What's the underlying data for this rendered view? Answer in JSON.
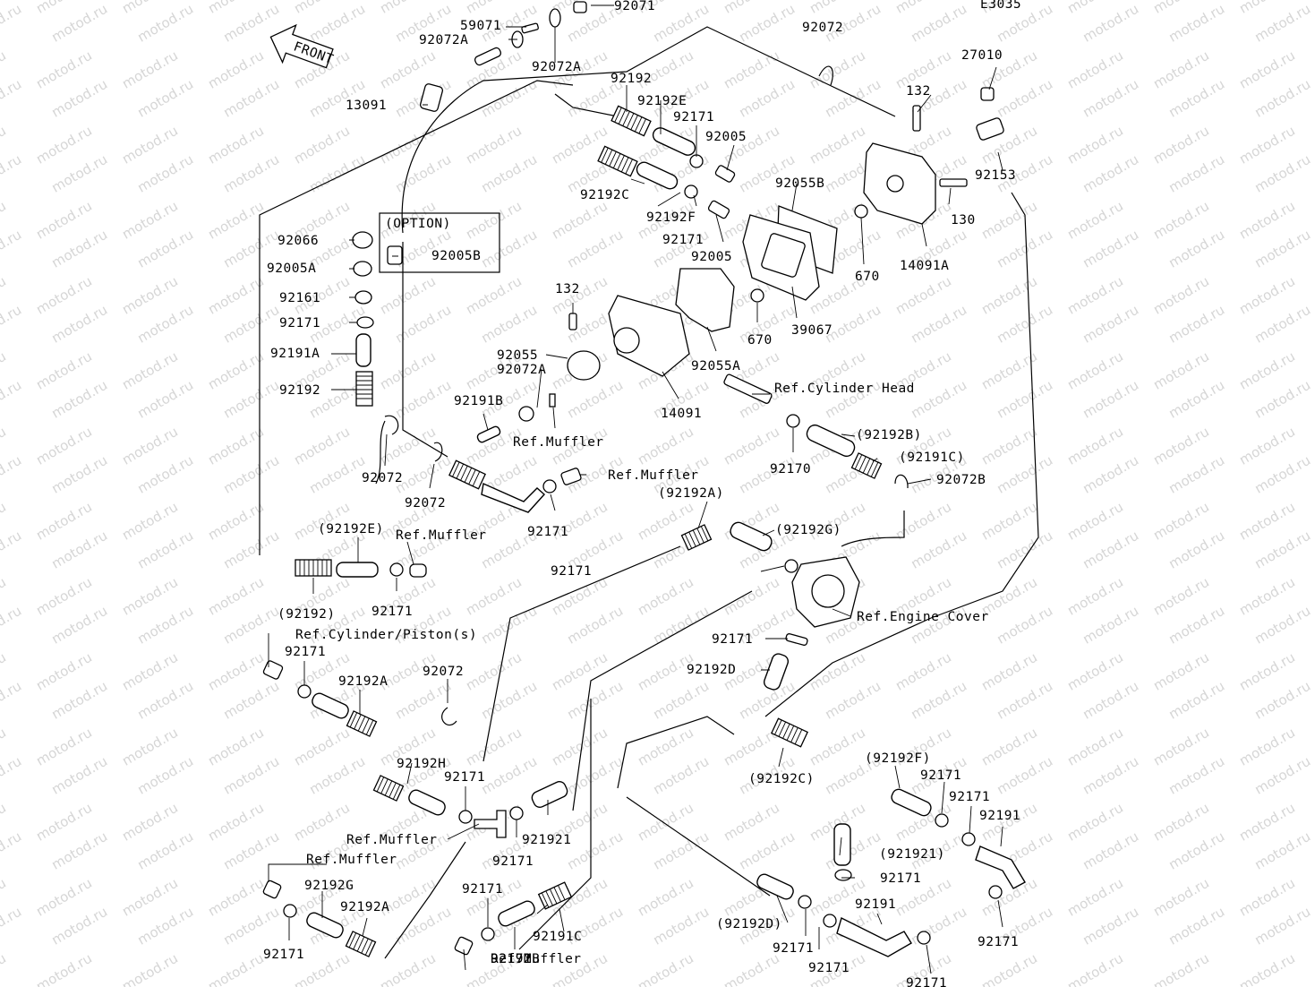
{
  "diagram_code": "E3035",
  "front_label": "FRONT",
  "watermark": "motod.ru",
  "option_box": {
    "title": "(OPTION)",
    "part": "92005B"
  },
  "labels": [
    {
      "text": "59071"
    },
    {
      "text": "92071"
    },
    {
      "text": "92072A"
    },
    {
      "text": "92072A"
    },
    {
      "text": "92072"
    },
    {
      "text": "27010"
    },
    {
      "text": "13091"
    },
    {
      "text": "92192"
    },
    {
      "text": "92192E"
    },
    {
      "text": "92171"
    },
    {
      "text": "92005"
    },
    {
      "text": "132"
    },
    {
      "text": "92153"
    },
    {
      "text": "92192C"
    },
    {
      "text": "92055B"
    },
    {
      "text": "130"
    },
    {
      "text": "92192F"
    },
    {
      "text": "92171"
    },
    {
      "text": "92005"
    },
    {
      "text": "14091A"
    },
    {
      "text": "670"
    },
    {
      "text": "92066"
    },
    {
      "text": "92005A"
    },
    {
      "text": "92161"
    },
    {
      "text": "92171"
    },
    {
      "text": "92191A"
    },
    {
      "text": "92192"
    },
    {
      "text": "132"
    },
    {
      "text": "670"
    },
    {
      "text": "39067"
    },
    {
      "text": "92055"
    },
    {
      "text": "92072A"
    },
    {
      "text": "92055A"
    },
    {
      "text": "14091"
    },
    {
      "text": "92191B"
    },
    {
      "text": "Ref.Muffler"
    },
    {
      "text": "Ref.Cylinder Head"
    },
    {
      "text": "(92192B)"
    },
    {
      "text": "92170"
    },
    {
      "text": "(92191C)"
    },
    {
      "text": "92072B"
    },
    {
      "text": "92072"
    },
    {
      "text": "92072"
    },
    {
      "text": "Ref.Muffler"
    },
    {
      "text": "92171"
    },
    {
      "text": "(92192A)"
    },
    {
      "text": "(92192G)"
    },
    {
      "text": "(92192E)"
    },
    {
      "text": "Ref.Muffler"
    },
    {
      "text": "92171"
    },
    {
      "text": "(92192)"
    },
    {
      "text": "92171"
    },
    {
      "text": "Ref.Engine Cover"
    },
    {
      "text": "Ref.Cylinder/Piston(s)"
    },
    {
      "text": "92171"
    },
    {
      "text": "92171"
    },
    {
      "text": "92192A"
    },
    {
      "text": "92072"
    },
    {
      "text": "92192D"
    },
    {
      "text": "92192H"
    },
    {
      "text": "92171"
    },
    {
      "text": "(92192F)"
    },
    {
      "text": "92171"
    },
    {
      "text": "(92192C)"
    },
    {
      "text": "92171"
    },
    {
      "text": "92191"
    },
    {
      "text": "Ref.Muffler"
    },
    {
      "text": "921921"
    },
    {
      "text": "92171"
    },
    {
      "text": "(921921)"
    },
    {
      "text": "92171"
    },
    {
      "text": "Ref.Muffler"
    },
    {
      "text": "92192G"
    },
    {
      "text": "92192A"
    },
    {
      "text": "92171"
    },
    {
      "text": "92191"
    },
    {
      "text": "92171"
    },
    {
      "text": "92171"
    },
    {
      "text": "92171"
    },
    {
      "text": "92191C"
    },
    {
      "text": "(92192D)"
    },
    {
      "text": "92171"
    },
    {
      "text": "92171"
    },
    {
      "text": "92171"
    },
    {
      "text": "92192B"
    },
    {
      "text": "Ref.Muffler"
    }
  ]
}
